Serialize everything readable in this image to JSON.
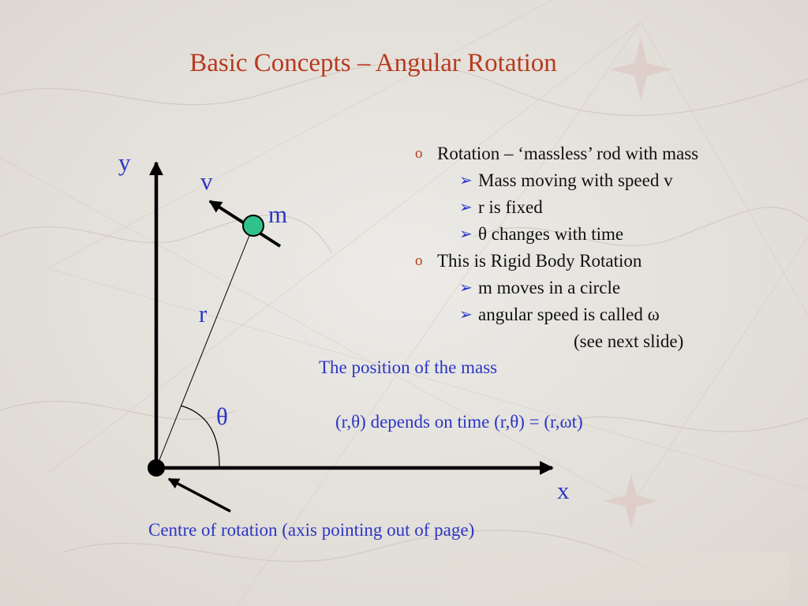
{
  "slide": {
    "title": "Basic Concepts – Angular Rotation",
    "title_color": "#b83a1e",
    "text_color": "#2b36c6"
  },
  "diagram": {
    "labels": {
      "y_axis": "y",
      "x_axis": "x",
      "velocity": "v",
      "mass": "m",
      "radius": "r",
      "angle": "θ"
    },
    "mass_color": "#2fc38b",
    "caption": "Centre of rotation (axis pointing out of page)"
  },
  "bullets": [
    {
      "level": 1,
      "marker": "o",
      "text": "Rotation – ‘massless’ rod with mass"
    },
    {
      "level": 2,
      "marker": "➢",
      "text": "Mass moving with speed v"
    },
    {
      "level": 2,
      "marker": "➢",
      "text": "r is fixed"
    },
    {
      "level": 2,
      "marker": "➢",
      "text": "θ changes with time"
    },
    {
      "level": 1,
      "marker": "o",
      "text": "This is Rigid Body Rotation"
    },
    {
      "level": 2,
      "marker": "➢",
      "text": "m moves in a circle"
    },
    {
      "level": 2,
      "marker": "➢",
      "text": "angular speed is called ω"
    },
    {
      "level": 3,
      "marker": "",
      "text": "(see next slide)"
    }
  ],
  "notes": {
    "position": "The position of the mass",
    "depends": "(r,θ) depends on time  (r,θ) = (r,ωt)"
  }
}
